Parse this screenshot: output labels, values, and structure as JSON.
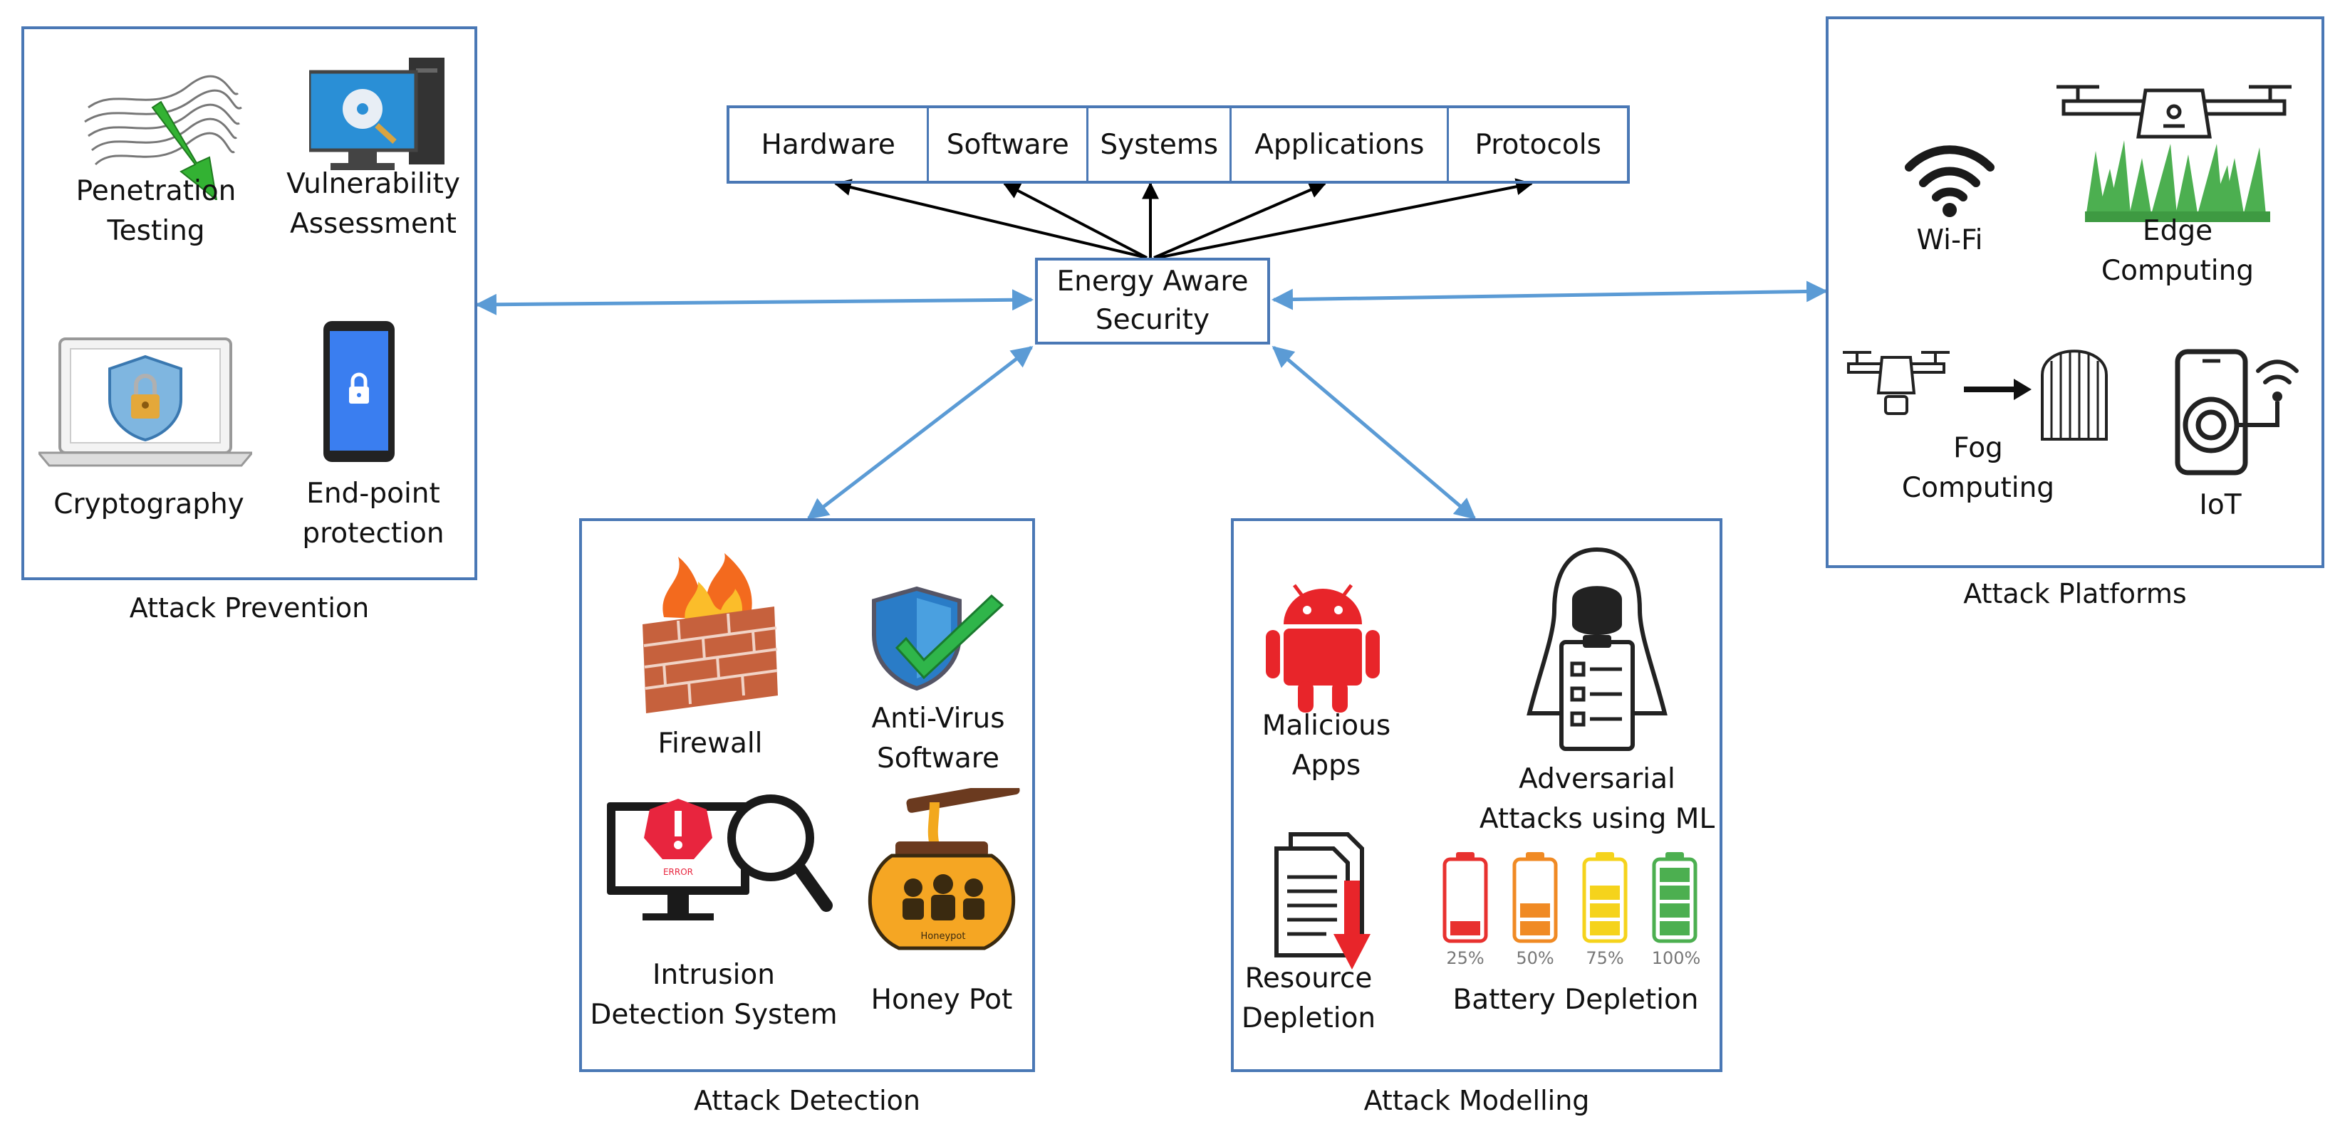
{
  "center": {
    "title": "Energy Aware\nSecurity"
  },
  "top_bar": {
    "items": [
      "Hardware",
      "Software",
      "Systems",
      "Applications",
      "Protocols"
    ]
  },
  "prevention": {
    "caption": "Attack Prevention",
    "items": {
      "pentest": "Penetration\nTesting",
      "vuln": "Vulnerability\nAssessment",
      "crypto": "Cryptography",
      "endpoint": "End-point\nprotection"
    }
  },
  "detection": {
    "caption": "Attack Detection",
    "items": {
      "firewall": "Firewall",
      "antivirus": "Anti-Virus\nSoftware",
      "ids": "Intrusion\nDetection System",
      "honeypot": "Honey Pot"
    },
    "ids_badge": "ERROR",
    "honeypot_badge": "Honeypot"
  },
  "modelling": {
    "caption": "Attack Modelling",
    "items": {
      "malicious": "Malicious\nApps",
      "adversarial": "Adversarial\nAttacks using ML",
      "resource": "Resource\nDepletion",
      "battery": "Battery Depletion"
    },
    "battery_levels": [
      "25%",
      "50%",
      "75%",
      "100%"
    ],
    "battery_colors": [
      "#e8312f",
      "#f08a24",
      "#f5d31c",
      "#4caf50"
    ]
  },
  "platforms": {
    "caption": "Attack Platforms",
    "items": {
      "wifi": "Wi-Fi",
      "edge": "Edge\nComputing",
      "fog": "Fog\nComputing",
      "iot": "IoT"
    }
  },
  "colors": {
    "frame": "#4a78b5",
    "arrow_blue": "#5b9bd5",
    "arrow_black": "#000000"
  }
}
